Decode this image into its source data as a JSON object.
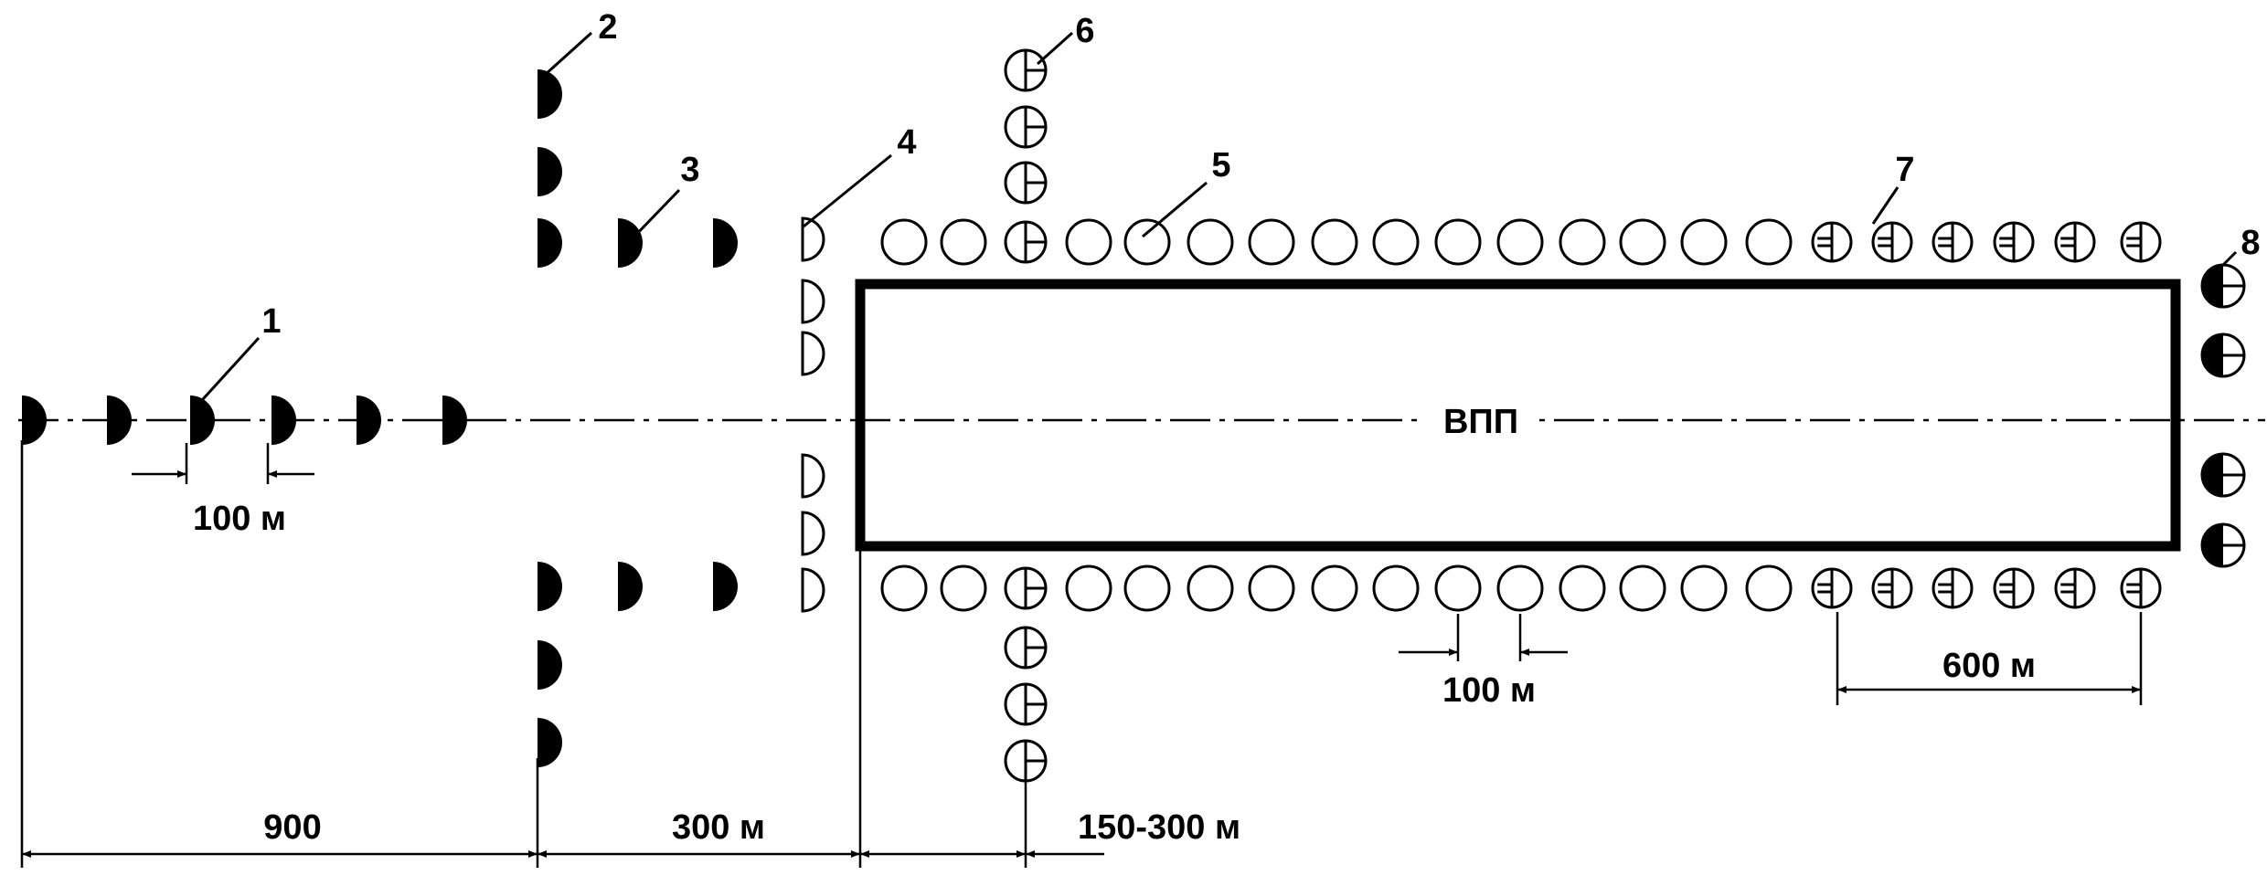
{
  "runway_label": "ВПП",
  "numbers": [
    "1",
    "2",
    "3",
    "4",
    "5",
    "6",
    "7",
    "8"
  ],
  "dimensions": {
    "approach_spacing": "100 м",
    "edge_spacing": "100 м",
    "last_section": "600 м",
    "approach_length": "900",
    "crossbar_to_threshold": "300 м",
    "threshold_to_touchdown": "150-300 м"
  }
}
